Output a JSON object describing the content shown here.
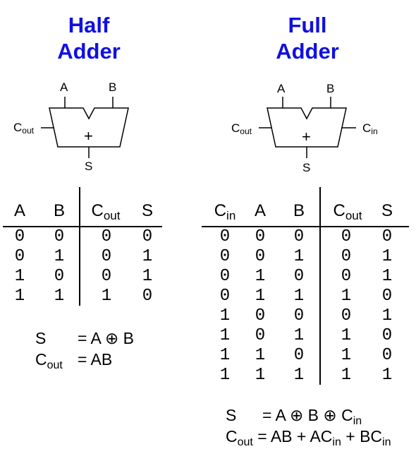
{
  "half_adder": {
    "title_line1": "Half",
    "title_line2": "Adder",
    "pins": {
      "a": "A",
      "b": "B",
      "cout_main": "C",
      "cout_sub": "out",
      "plus": "+",
      "s": "S"
    },
    "table": {
      "headers": {
        "a": "A",
        "b": "B",
        "cout_main": "C",
        "cout_sub": "out",
        "s": "S"
      },
      "rows": [
        [
          "0",
          "0",
          "0",
          "0"
        ],
        [
          "0",
          "1",
          "0",
          "1"
        ],
        [
          "1",
          "0",
          "0",
          "1"
        ],
        [
          "1",
          "1",
          "1",
          "0"
        ]
      ]
    },
    "equations": {
      "s_lhs": "S",
      "s_rhs": "= A ⊕ B",
      "cout_lhs_main": "C",
      "cout_lhs_sub": "out",
      "cout_rhs": "= AB"
    }
  },
  "full_adder": {
    "title_line1": "Full",
    "title_line2": "Adder",
    "pins": {
      "a": "A",
      "b": "B",
      "cout_main": "C",
      "cout_sub": "out",
      "cin_main": "C",
      "cin_sub": "in",
      "plus": "+",
      "s": "S"
    },
    "table": {
      "headers": {
        "cin_main": "C",
        "cin_sub": "in",
        "a": "A",
        "b": "B",
        "cout_main": "C",
        "cout_sub": "out",
        "s": "S"
      },
      "rows": [
        [
          "0",
          "0",
          "0",
          "0",
          "0"
        ],
        [
          "0",
          "0",
          "1",
          "0",
          "1"
        ],
        [
          "0",
          "1",
          "0",
          "0",
          "1"
        ],
        [
          "0",
          "1",
          "1",
          "1",
          "0"
        ],
        [
          "1",
          "0",
          "0",
          "0",
          "1"
        ],
        [
          "1",
          "0",
          "1",
          "1",
          "0"
        ],
        [
          "1",
          "1",
          "0",
          "1",
          "0"
        ],
        [
          "1",
          "1",
          "1",
          "1",
          "1"
        ]
      ]
    },
    "equations": {
      "s_lhs": "S",
      "s_rhs_1": "= A ⊕ B ⊕ C",
      "s_rhs_sub": "in",
      "cout_lhs_main": "C",
      "cout_lhs_sub": "out",
      "cout_rhs_1": "= AB + AC",
      "cout_rhs_sub1": "in",
      "cout_rhs_2": " + BC",
      "cout_rhs_sub2": "in"
    }
  },
  "colors": {
    "title": "#1010e0",
    "text": "#000000",
    "background": "#ffffff"
  }
}
